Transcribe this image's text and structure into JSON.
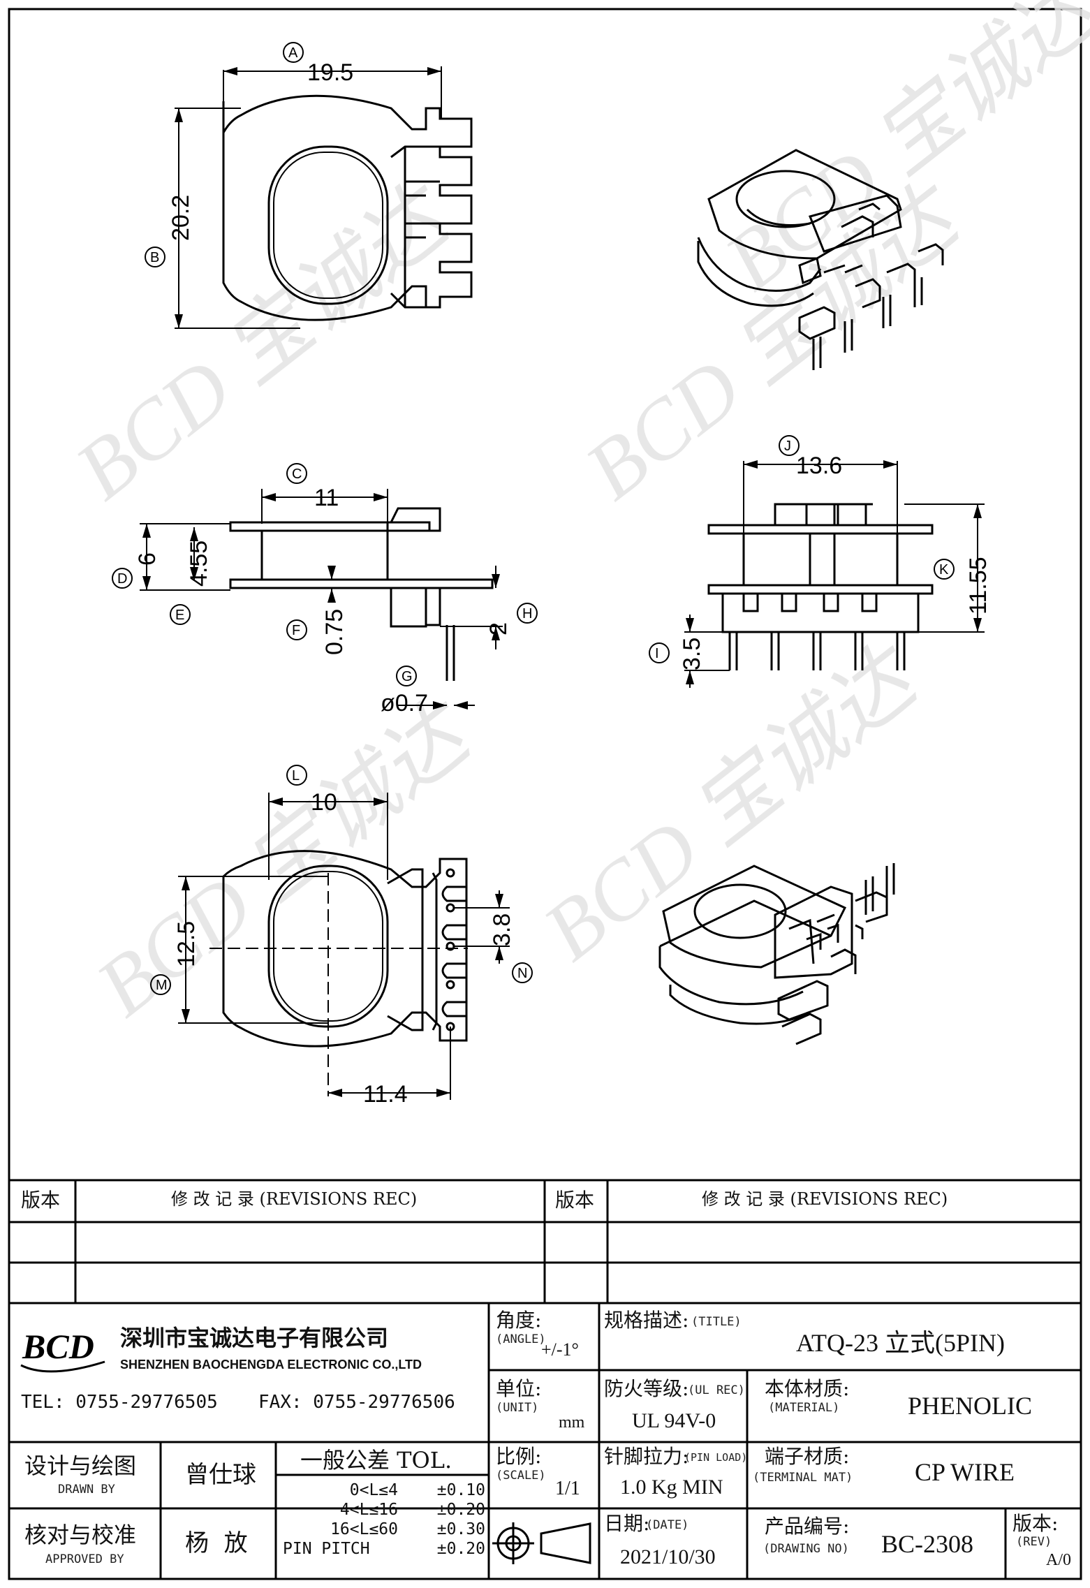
{
  "dimensions": {
    "top_view": {
      "A": {
        "letter": "A",
        "value": "19.5"
      },
      "B": {
        "letter": "B",
        "value": "20.2"
      }
    },
    "side_view": {
      "C": {
        "letter": "C",
        "value": "11"
      },
      "D": {
        "letter": "D",
        "value": "6"
      },
      "D_inner": "4.55",
      "E": {
        "letter": "E"
      },
      "F": {
        "letter": "F",
        "value": "0.75"
      },
      "G": {
        "letter": "G",
        "value": "ø0.7"
      },
      "H": {
        "letter": "H",
        "value": "2"
      }
    },
    "front_view": {
      "J": {
        "letter": "J",
        "value": "13.6"
      },
      "K": {
        "letter": "K",
        "value": "11.55"
      },
      "I": {
        "letter": "I",
        "value": "3.5"
      }
    },
    "bottom_view": {
      "L": {
        "letter": "L",
        "value": "10"
      },
      "M": {
        "letter": "M",
        "value": "12.5"
      },
      "N": {
        "letter": "N",
        "value": "3.8"
      },
      "W": {
        "value": "11.4"
      }
    }
  },
  "watermark": "BCD 宝诚达",
  "revision_table": {
    "version_header": "版本",
    "records_header": "修  改  记  录  (REVISIONS REC)"
  },
  "company": {
    "logo": "BCD",
    "name_cn": "深圳市宝诚达电子有限公司",
    "name_en": "SHENZHEN BAOCHENGDA ELECTRONIC CO.,LTD",
    "tel": "TEL: 0755-29776505",
    "fax": "FAX: 0755-29776506"
  },
  "title_block": {
    "angle_label": "角度:",
    "angle_label_en": "(ANGLE)",
    "angle_value": "+/-1°",
    "title_label": "规格描述:",
    "title_label_en": "(TITLE)",
    "title_value": "ATQ-23 立式(5PIN)",
    "unit_label": "单位:",
    "unit_label_en": "(UNIT)",
    "unit_value": "mm",
    "ul_label": "防火等级:",
    "ul_label_en": "(UL REC)",
    "ul_value": "UL 94V-0",
    "material_label": "本体材质:",
    "material_label_en": "(MATERIAL)",
    "material_value": "PHENOLIC",
    "scale_label": "比例:",
    "scale_label_en": "(SCALE)",
    "scale_value": "1/1",
    "pinload_label": "针脚拉力:",
    "pinload_label_en": "(PIN LOAD)",
    "pinload_value": "1.0 Kg MIN",
    "terminal_label": "端子材质:",
    "terminal_label_en": "(TERMINAL MAT)",
    "terminal_value": "CP WIRE",
    "date_label": "日期:",
    "date_label_en": "(DATE)",
    "date_value": "2021/10/30",
    "drawing_label": "产品编号:",
    "drawing_label_en": "(DRAWING NO)",
    "drawing_value": "BC-2308",
    "rev_label": "版本:",
    "rev_label_en": "(REV)",
    "rev_value": "A/0",
    "drawn_label": "设计与绘图",
    "drawn_label_en": "DRAWN BY",
    "drawn_value": "曾仕球",
    "approved_label": "核对与校准",
    "approved_label_en": "APPROVED BY",
    "approved_value": "杨  放",
    "tol_header": "一般公差 TOL.",
    "tolerances": [
      {
        "range": "0<L≤4",
        "value": "±0.10"
      },
      {
        "range": "4<L≤16",
        "value": "±0.20"
      },
      {
        "range": "16<L≤60",
        "value": "±0.30"
      },
      {
        "range": "PIN PITCH",
        "value": "±0.20"
      }
    ]
  }
}
